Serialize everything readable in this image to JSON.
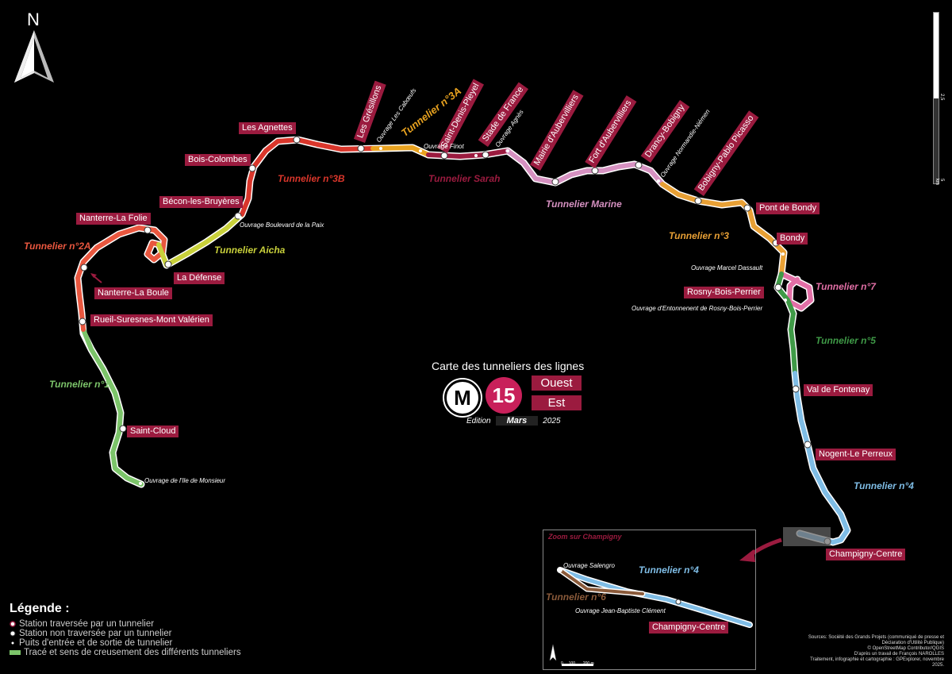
{
  "map_title": "Carte des tunneliers des lignes",
  "logo_metro": "M",
  "logo_line": "15",
  "directions": [
    "Ouest",
    "Est"
  ],
  "edition": {
    "prefix": "Edition",
    "month": "Mars",
    "year": "2025"
  },
  "north_label": "N",
  "scale": {
    "mid": "2,5",
    "end": "5 km"
  },
  "stations": [
    "Les Agnettes",
    "Bois-Colombes",
    "Bécon-les-Bruyères",
    "Nanterre-La Folie",
    "La Défense",
    "Nanterre-La Boule",
    "Rueil-Suresnes-Mont Valérien",
    "Saint-Cloud",
    "Les Grésillons",
    "Saint-Denis-Pleyel",
    "Stade de France",
    "Mairie d'Aubervilliers",
    "Fort d'Aubervilliers",
    "Drancy-Bobigny",
    "Bobigny-Pablo Picasso",
    "Pont de Bondy",
    "Bondy",
    "Rosny-Bois-Perrier",
    "Val de Fontenay",
    "Nogent-Le Perreux",
    "Champigny-Centre"
  ],
  "tunneliers": [
    {
      "name": "Tunnelier n°2A",
      "color": "#e9573f"
    },
    {
      "name": "Tunnelier n°3B",
      "color": "#d9362b"
    },
    {
      "name": "Tunnelier n°3A",
      "color": "#e8a21f"
    },
    {
      "name": "Tunnelier Sarah",
      "color": "#9b1b3f"
    },
    {
      "name": "Tunnelier Marine",
      "color": "#d691c1"
    },
    {
      "name": "Tunnelier n°3",
      "color": "#e8a035"
    },
    {
      "name": "Tunnelier n°7",
      "color": "#e26fa6"
    },
    {
      "name": "Tunnelier n°5",
      "color": "#3f9a47"
    },
    {
      "name": "Tunnelier n°4",
      "color": "#7fbde6"
    },
    {
      "name": "Tunnelier Aicha",
      "color": "#c9d13b"
    },
    {
      "name": "Tunnelier n°1",
      "color": "#7cc46a"
    }
  ],
  "ouvrages": [
    "Ouvrage Les Cabœufs",
    "Ouvrage Finot",
    "Ouvrage Agnès",
    "Ouvrage Normandie-Niémen",
    "Ouvrage Boulevard de la Paix",
    "Ouvrage Marcel Dassault",
    "Ouvrage d'Entonnenent de Rosny-Bois-Perrier",
    "Ouvrage de l'Ile de Monsieur"
  ],
  "zoom": {
    "title": "Zoom sur Champigny",
    "ouvrage1": "Ouvrage Salengro",
    "tunnelier4": "Tunnelier n°4",
    "tunnelier6": "Tunnelier n°6",
    "tunnelier6_color": "#8a5a3a",
    "ouvrage2": "Ouvrage Jean-Baptiste Clément",
    "station": "Champigny-Centre",
    "scale0": "0",
    "scale1": "100",
    "scale2": "200 m"
  },
  "legend": {
    "title": "Légende :",
    "items": [
      "Station traversée par un tunnelier",
      "Station non traversée par un tunnelier",
      "Puits d'entrée et de sortie de tunnelier",
      "Tracé et sens de creusement des différents tunneliers"
    ]
  },
  "sources": [
    "Sources: Société des Grands Projets (communiqué de presse et",
    "Déclaration d'Utilité Publique)",
    "© OpenStreetMap Contributor/QGIS",
    "D'après un travail de François NAROLLES",
    "Traitement, infographie et cartographie : GPExplorer, novembre",
    "2025."
  ]
}
